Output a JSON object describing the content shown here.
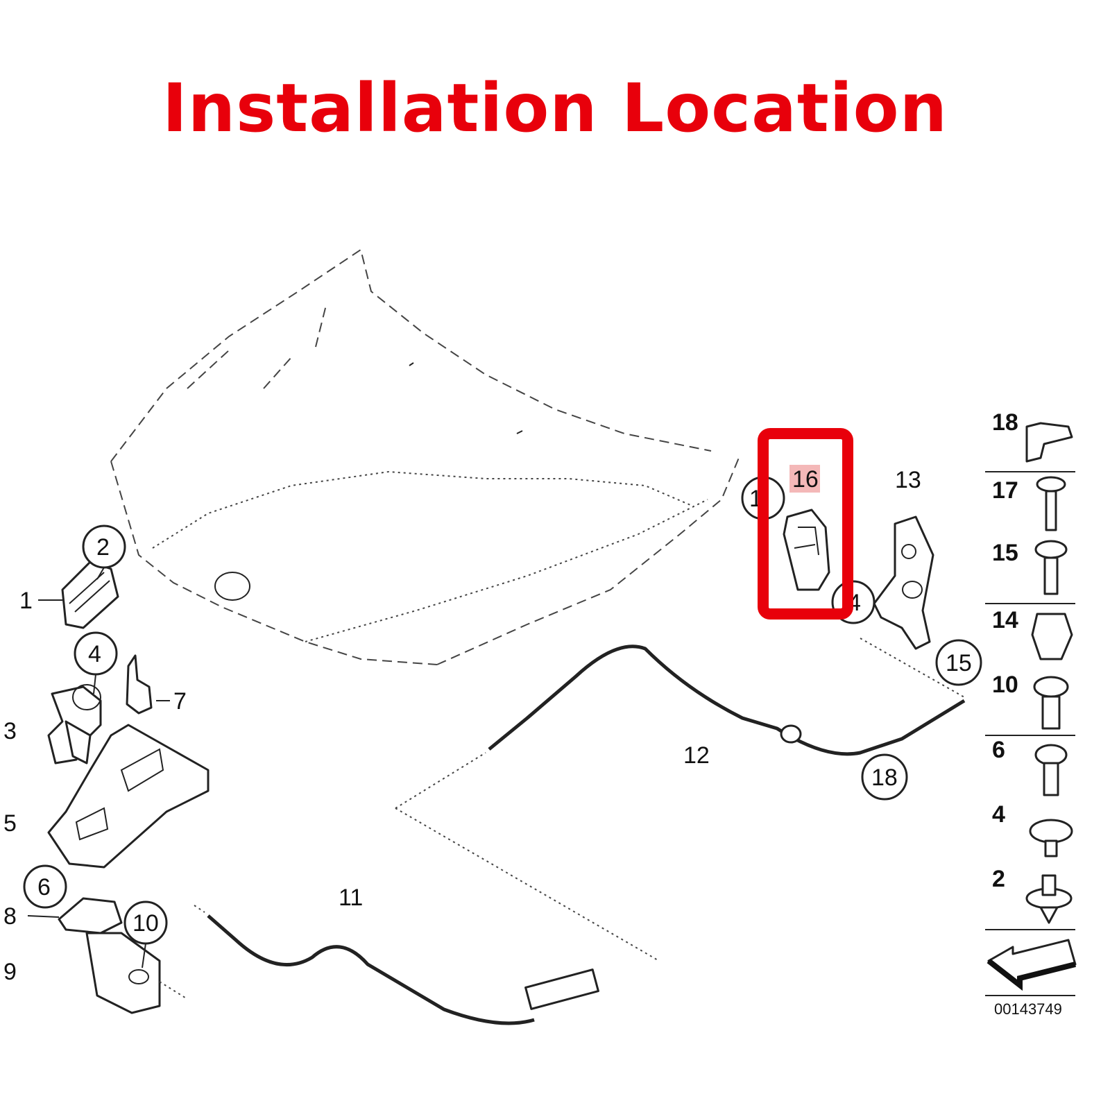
{
  "title": "Installation Location",
  "colors": {
    "title": "#e8000b",
    "highlight": "#e8000b",
    "highlight_label_bg": "#f4b8b8"
  },
  "highlight": {
    "part": "16"
  },
  "callouts_circled": [
    "2",
    "4",
    "6",
    "10",
    "1",
    "4",
    "15",
    "18"
  ],
  "labels_plain": [
    "1",
    "7",
    "3",
    "5",
    "8",
    "9",
    "11",
    "12",
    "13"
  ],
  "sidebar": {
    "items": [
      "18",
      "17",
      "15",
      "14",
      "10",
      "6",
      "4",
      "2"
    ],
    "diagram_number": "00143749"
  }
}
